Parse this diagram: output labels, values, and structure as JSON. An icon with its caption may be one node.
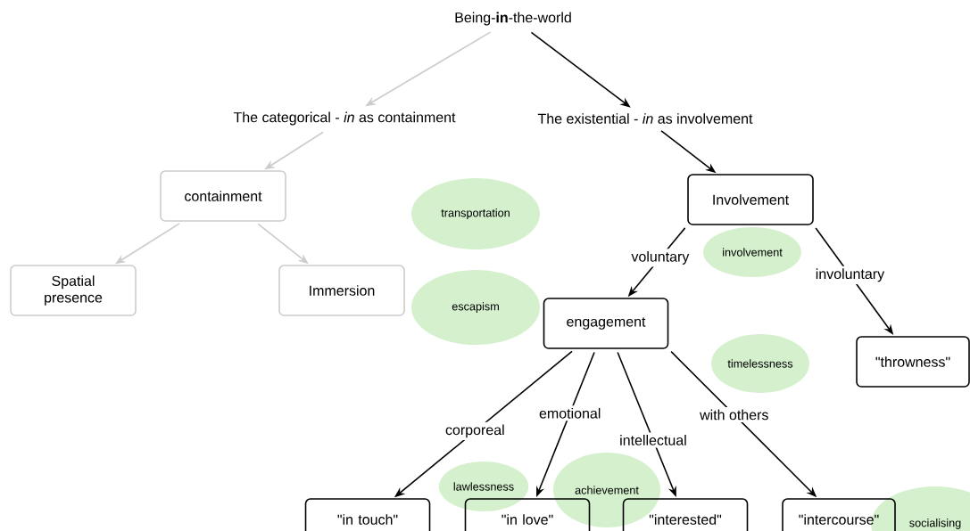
{
  "diagram": {
    "nodes": [
      {
        "text": [
          "Being-**in**-the-world"
        ]
      },
      {
        "text": [
          "The categorical - *in* as containment"
        ]
      },
      {
        "text": [
          "The existential - *in* as involvement"
        ]
      },
      {
        "text": [
          "containment"
        ]
      },
      {
        "text": [
          "Spatial presence"
        ]
      },
      {
        "text": [
          "Immersion"
        ]
      },
      {
        "text": [
          "Involvement"
        ]
      },
      {
        "text": [
          "engagement"
        ]
      },
      {
        "text": [
          "\"throwness\""
        ]
      },
      {
        "text": [
          "\"in touch\""
        ]
      },
      {
        "text": [
          "\"in love\""
        ]
      },
      {
        "text": [
          "\"interested\""
        ]
      },
      {
        "text": [
          "\"intercourse\""
        ]
      },
      {
        "text": [
          "transportation"
        ]
      },
      {
        "text": [
          "escapism"
        ]
      },
      {
        "text": [
          "involvement"
        ]
      },
      {
        "text": [
          "timelessness"
        ]
      },
      {
        "text": [
          "lawlessness"
        ]
      },
      {
        "text": [
          "achievement"
        ]
      },
      {
        "text": [
          "socialising"
        ]
      }
    ],
    "edges": [
      {
        "from": 0,
        "to": 1,
        "arrow": "to",
        "color": "#cccccc"
      },
      {
        "from": 0,
        "to": 2,
        "arrow": "to"
      },
      {
        "from": 1,
        "to": 3,
        "arrow": "to",
        "color": "#cccccc"
      },
      {
        "from": 3,
        "to": 4,
        "arrow": "to",
        "color": "#cccccc"
      },
      {
        "from": 3,
        "to": 5,
        "arrow": "to",
        "color": "#cccccc"
      },
      {
        "from": 2,
        "to": 6,
        "arrow": "to"
      },
      {
        "from": 6,
        "to": 7,
        "arrow": "to",
        "label": "voluntary"
      },
      {
        "from": 6,
        "to": 8,
        "arrow": "to",
        "label": "involuntary"
      },
      {
        "from": 7,
        "to": 9,
        "arrow": "to",
        "label": "corporeal"
      },
      {
        "from": 7,
        "to": 10,
        "arrow": "to",
        "label": "emotional"
      },
      {
        "from": 7,
        "to": 11,
        "arrow": "to",
        "label": "intellectual"
      },
      {
        "from": 7,
        "to": 12,
        "arrow": "to",
        "label": "with others"
      }
    ]
  }
}
